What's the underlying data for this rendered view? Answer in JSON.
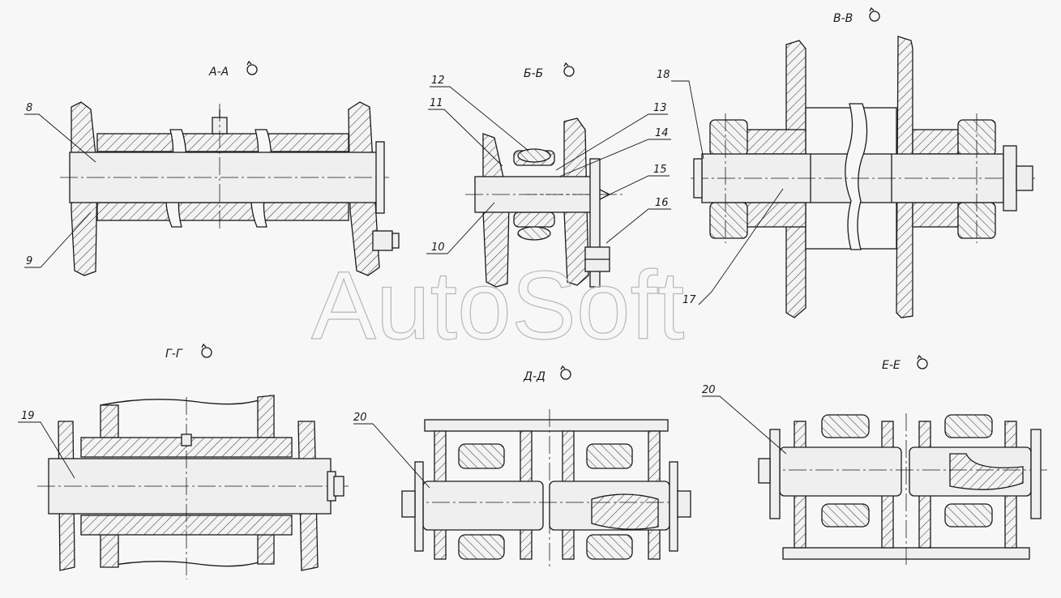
{
  "watermark": "AutoSoft",
  "sections": [
    {
      "id": "AA",
      "label": "А-А"
    },
    {
      "id": "BB",
      "label": "Б-Б"
    },
    {
      "id": "VV",
      "label": "В-В"
    },
    {
      "id": "GG",
      "label": "Г-Г"
    },
    {
      "id": "DD",
      "label": "Д-Д"
    },
    {
      "id": "EE",
      "label": "Е-Е"
    }
  ],
  "callouts": [
    "8",
    "9",
    "10",
    "11",
    "12",
    "13",
    "14",
    "15",
    "16",
    "17",
    "18",
    "19",
    "20",
    "20"
  ],
  "icons": {
    "rotation_mark": "rotation-circle-icon"
  }
}
